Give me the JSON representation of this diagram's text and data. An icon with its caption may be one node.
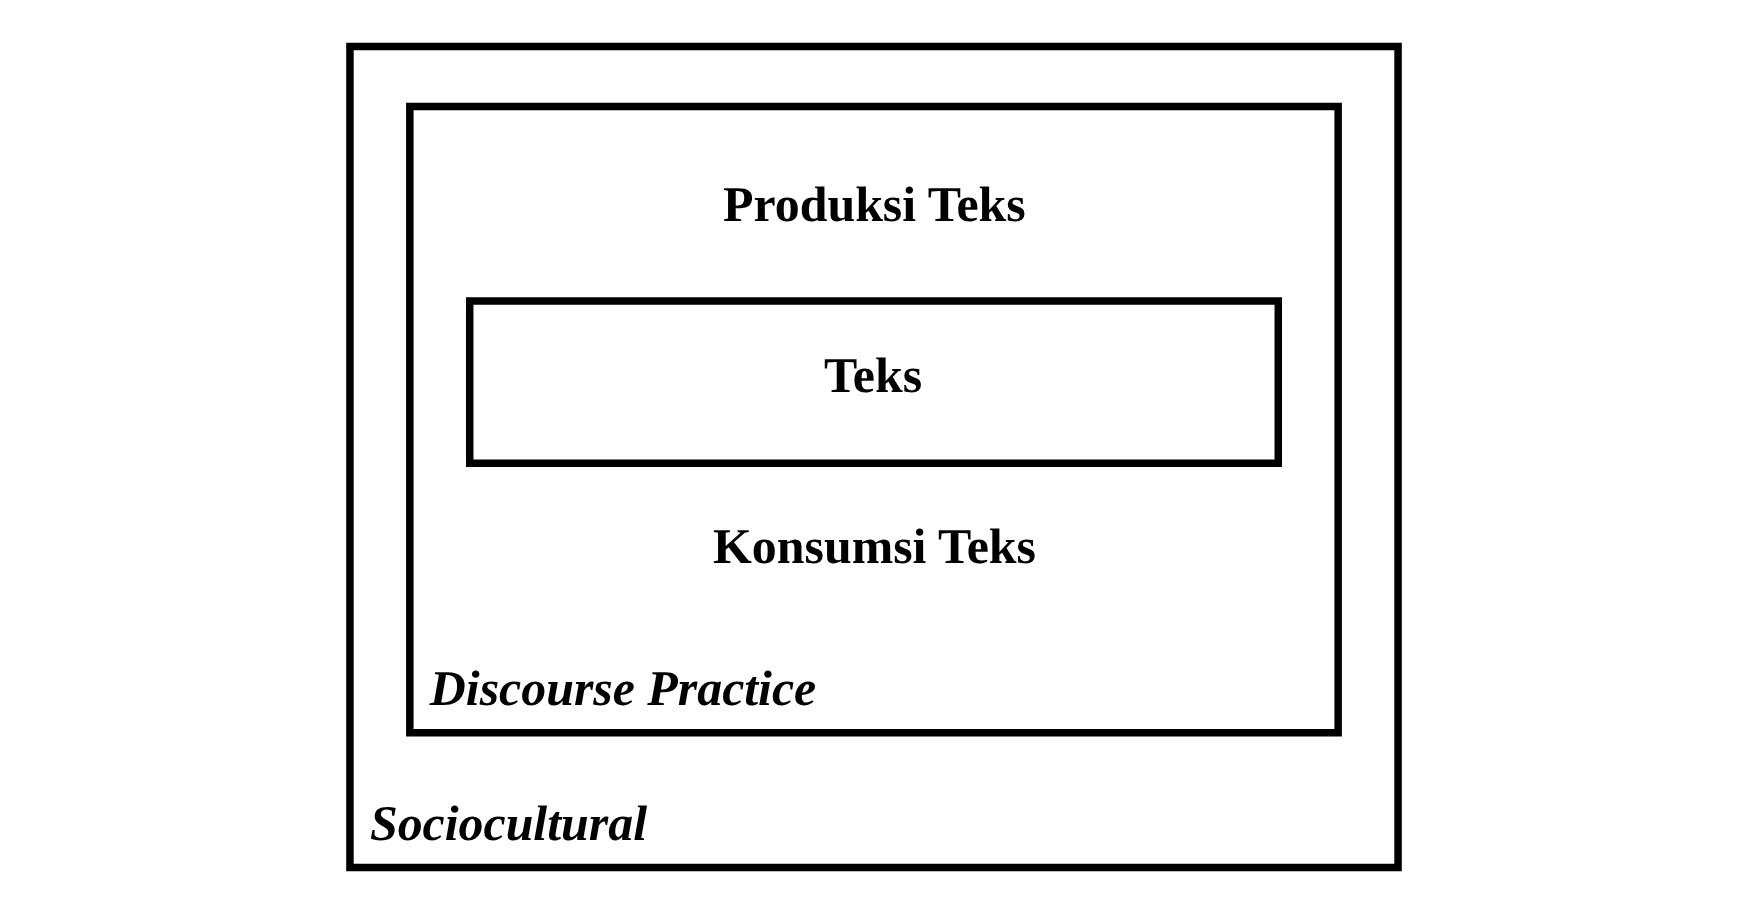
{
  "diagram": {
    "nodes": [
      {
        "text": [
          "Sociocultural"
        ]
      },
      {
        "text": [
          "Discourse Practice"
        ],
        "in": 0
      },
      {
        "text": [
          "Teks"
        ],
        "in": 1
      }
    ],
    "edges": [],
    "labels": [
      "Produksi Teks",
      "Konsumsi Teks"
    ]
  }
}
